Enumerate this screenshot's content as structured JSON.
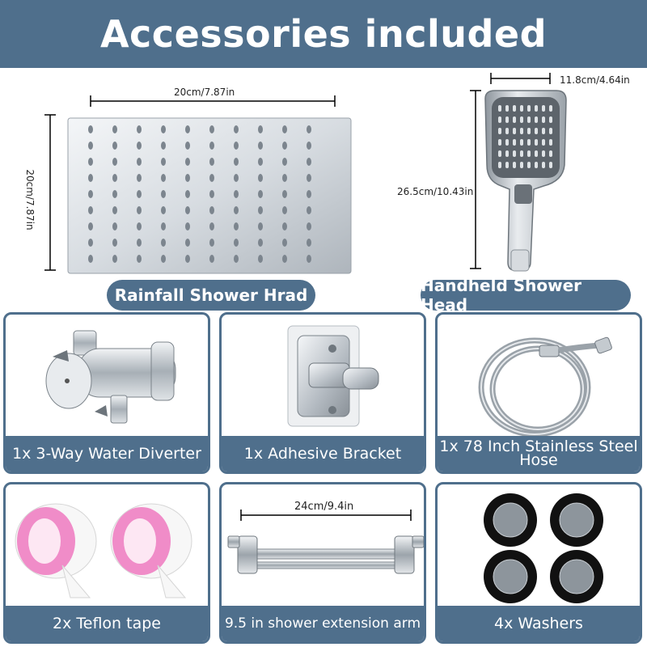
{
  "title": "Accessories included",
  "rainfall": {
    "label": "Rainfall Shower Hrad",
    "width_dim": "20cm/7.87in",
    "height_dim": "20cm/7.87in"
  },
  "handheld": {
    "label": "Handheld Shower Head",
    "width_dim": "11.8cm/4.64in",
    "height_dim": "26.5cm/10.43in"
  },
  "items": [
    {
      "label": "1x 3-Way Water Diverter"
    },
    {
      "label": "1x Adhesive Bracket"
    },
    {
      "label": "1x 78 Inch Stainless Steel Hose"
    },
    {
      "label": "2x Teflon tape"
    },
    {
      "label": "9.5 in shower extension arm",
      "dim": "24cm/9.4in"
    },
    {
      "label": "4x  Washers"
    }
  ],
  "colors": {
    "accent": "#4f6f8c",
    "chrome": "#c9ced3",
    "tape_pink": "#f08cc8"
  }
}
